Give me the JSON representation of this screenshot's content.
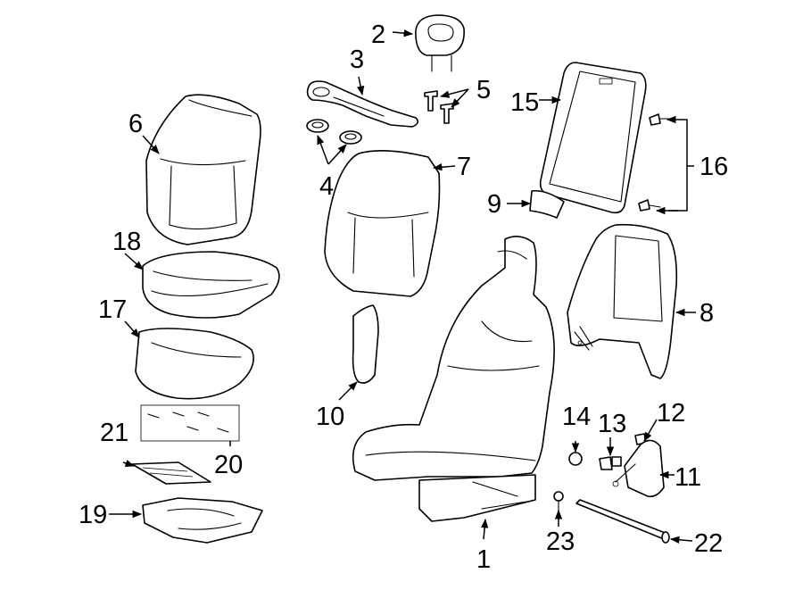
{
  "callouts": {
    "n1": "1",
    "n2": "2",
    "n3": "3",
    "n4": "4",
    "n5": "5",
    "n6": "6",
    "n7": "7",
    "n8": "8",
    "n9": "9",
    "n10": "10",
    "n11": "11",
    "n12": "12",
    "n13": "13",
    "n14": "14",
    "n15": "15",
    "n16": "16",
    "n17": "17",
    "n18": "18",
    "n19": "19",
    "n20": "20",
    "n21": "21",
    "n22": "22",
    "n23": "23"
  },
  "colors": {
    "line": "#000000",
    "background": "#ffffff"
  }
}
